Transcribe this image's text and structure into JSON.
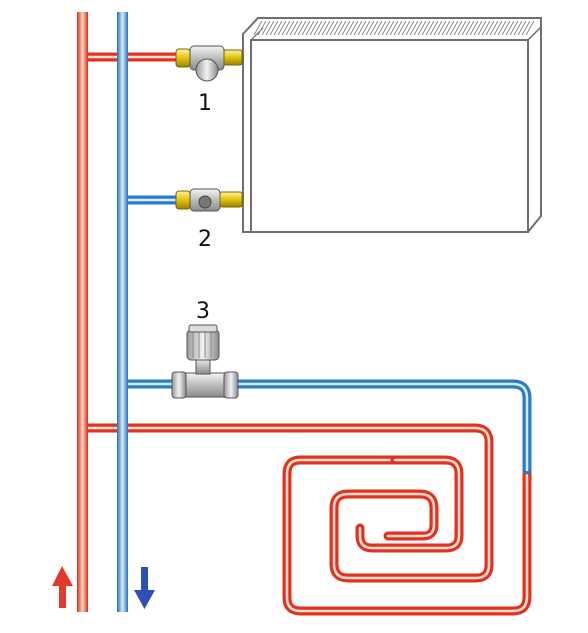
{
  "labels": {
    "valve_1": "1",
    "valve_2": "2",
    "valve_3": "3"
  },
  "colors": {
    "hot_pipe": "#e8321e",
    "hot_pipe_core": "#ffd9c4",
    "cold_pipe": "#2a7cc7",
    "cold_pipe_core": "#cfe7ff",
    "arrow_up": "#e23a2a",
    "arrow_down": "#2e4fb3",
    "brass": "#e0c010",
    "radiator_outline": "#6f6f6f"
  },
  "icons": {
    "flow_up": "arrow-up-icon",
    "flow_down": "arrow-down-icon"
  }
}
